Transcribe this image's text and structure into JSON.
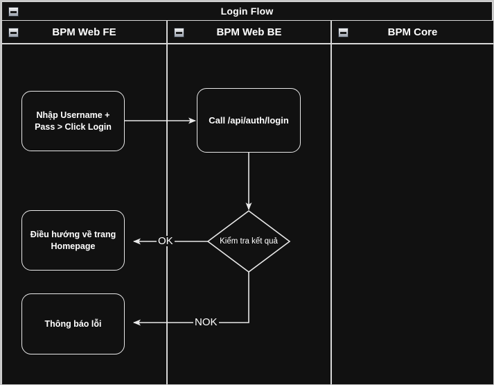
{
  "pool": {
    "title": "Login Flow",
    "collapse_icon": "collapse-minus-icon"
  },
  "lanes": [
    {
      "label": "BPM Web FE",
      "collapse_icon": "collapse-minus-icon"
    },
    {
      "label": "BPM Web BE",
      "collapse_icon": "collapse-minus-icon"
    },
    {
      "label": "BPM Core",
      "collapse_icon": "collapse-minus-icon"
    }
  ],
  "nodes": {
    "task_login": "Nhập Username +\nPass > Click Login",
    "task_login_line1": "Nhập Username +",
    "task_login_line2": "Pass > Click Login",
    "task_call_api": "Call /api/auth/login",
    "gateway_check": "Kiểm tra kết quả",
    "task_homepage_line1": "Điều hướng về trang",
    "task_homepage_line2": "Homepage",
    "task_error": "Thông báo lỗi"
  },
  "edges": {
    "ok_label": "OK",
    "nok_label": "NOK"
  },
  "colors": {
    "background": "#111111",
    "stroke": "#e9e9e9",
    "text": "#ffffff",
    "chrome": "#c8c8c8"
  }
}
